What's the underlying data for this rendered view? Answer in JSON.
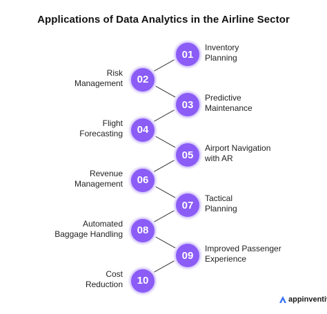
{
  "title": "Applications of Data Analytics in the Airline Sector",
  "colors": {
    "circle": "#8b5cf6",
    "circle_ring": "#d9ccfb",
    "connector": "#2a2a2a"
  },
  "steps": [
    {
      "number": "01",
      "line1": "Inventory",
      "line2": "Planning",
      "side": "right"
    },
    {
      "number": "02",
      "line1": "Risk",
      "line2": "Management",
      "side": "left"
    },
    {
      "number": "03",
      "line1": "Predictive",
      "line2": "Maintenance",
      "side": "right"
    },
    {
      "number": "04",
      "line1": "Flight",
      "line2": "Forecasting",
      "side": "left"
    },
    {
      "number": "05",
      "line1": "Airport Navigation",
      "line2": "with AR",
      "side": "right"
    },
    {
      "number": "06",
      "line1": "Revenue",
      "line2": "Management",
      "side": "left"
    },
    {
      "number": "07",
      "line1": "Tactical",
      "line2": "Planning",
      "side": "right"
    },
    {
      "number": "08",
      "line1": "Automated",
      "line2": "Baggage Handling",
      "side": "left"
    },
    {
      "number": "09",
      "line1": "Improved Passenger",
      "line2": "Experience",
      "side": "right"
    },
    {
      "number": "10",
      "line1": "Cost",
      "line2": "Reduction",
      "side": "left"
    }
  ],
  "brand": {
    "logo_icon": "appinventiv-logo-icon",
    "name": "appinventiv"
  }
}
